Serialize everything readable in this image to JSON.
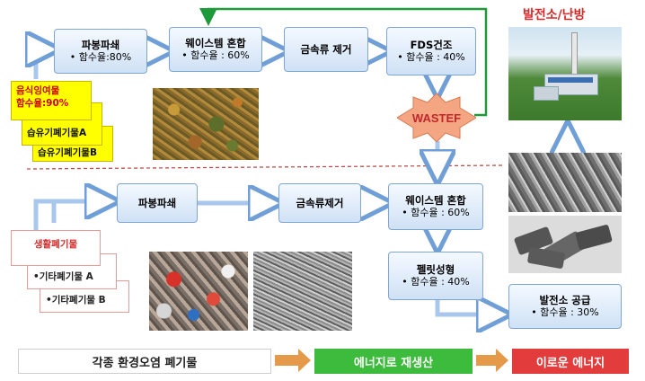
{
  "top_flow": {
    "crush": {
      "title": "파봉파쇄",
      "sub": "• 함수율:80%"
    },
    "mix": {
      "title": "웨이스템 혼합",
      "sub": "• 함수율 : 60%"
    },
    "metal": {
      "title": "금속류 제거"
    },
    "fds": {
      "title": "FDS건조",
      "sub": "• 함수율 : 40%"
    },
    "wastef": "WASTEF"
  },
  "food_waste": {
    "main": "음식잉여물",
    "main_sub": "함수율:90%",
    "a": "습유기폐기물A",
    "b": "습유기폐기물B"
  },
  "power_label": "발전소/난방",
  "bottom_flow": {
    "crush": {
      "title": "파봉파쇄"
    },
    "metal": {
      "title": "금속류제거"
    },
    "mix": {
      "title": "웨이스템 혼합",
      "sub": "• 함수율 : 60%"
    },
    "pellet": {
      "title": "펠릿성형",
      "sub": "• 함수율 : 40%"
    },
    "supply": {
      "title": "발전소 공급",
      "sub": "• 함수율 : 30%"
    }
  },
  "household_waste": {
    "main": "생활폐기물",
    "a": "•기타폐기물 A",
    "b": "•기타폐기물 B"
  },
  "legend": {
    "left": "각종 환경오염 폐기물",
    "middle": "에너지로 재생산",
    "right": "이로운 에너지"
  },
  "colors": {
    "arrow_blue": "#8db4e2",
    "arrow_green": "#1f9a3a",
    "arrow_orange": "#e59a4a",
    "dash_red": "#c0504d",
    "wastef_fill": "#f4a683",
    "legend_green": "#3dbb3d",
    "legend_red": "#e23c3c"
  }
}
